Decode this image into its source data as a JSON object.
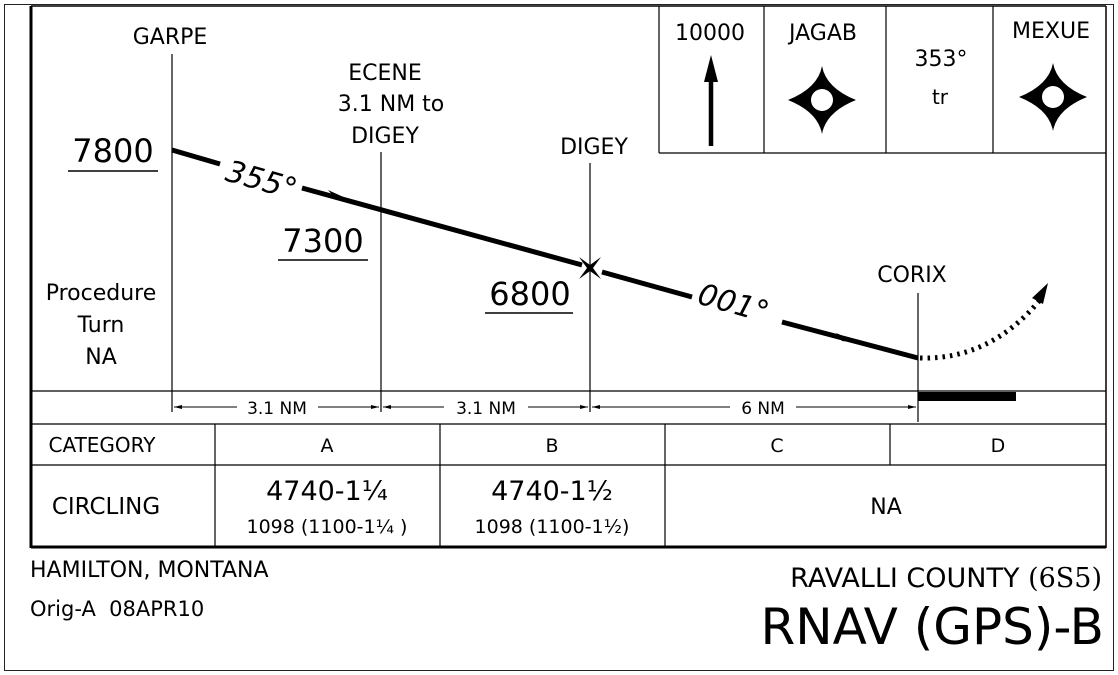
{
  "chart_title": {
    "location": "HAMILTON, MONTANA",
    "amendment": "Orig-A  08APR10",
    "airport": "RAVALLI COUNTY",
    "airport_id": "(6S5)",
    "procedure": "RNAV (GPS)-B"
  },
  "profile": {
    "fixes": [
      {
        "name": "GARPE",
        "altitude": "7800"
      },
      {
        "name": "ECENE",
        "note_line1": "3.1 NM to",
        "note_line2": "DIGEY",
        "altitude": "7300"
      },
      {
        "name": "DIGEY",
        "altitude": "6800",
        "symbol": "final-approach-fix"
      },
      {
        "name": "CORIX",
        "symbol": "missed-approach-point"
      }
    ],
    "courses": [
      "355°",
      "001°"
    ],
    "procedure_turn": {
      "line1": "Procedure",
      "line2": "Turn",
      "line3": "NA"
    },
    "distances": [
      "3.1 NM",
      "3.1 NM",
      "6 NM"
    ]
  },
  "missed_approach_icons": {
    "climb_altitude": "10000",
    "first_fix": "JAGAB",
    "course_value": "353°",
    "course_suffix": "tr",
    "holding_fix": "MEXUE"
  },
  "minimums": {
    "header_label": "CATEGORY",
    "categories": [
      "A",
      "B",
      "C",
      "D"
    ],
    "row_label": "CIRCLING",
    "cells": [
      {
        "category": "A",
        "msl": "4740-1¼",
        "hat": "1098 (1100-1¼ )"
      },
      {
        "category": "B",
        "msl": "4740-1½",
        "hat": "1098 (1100-1½)"
      },
      {
        "category": "C-D",
        "value": "NA"
      }
    ]
  }
}
